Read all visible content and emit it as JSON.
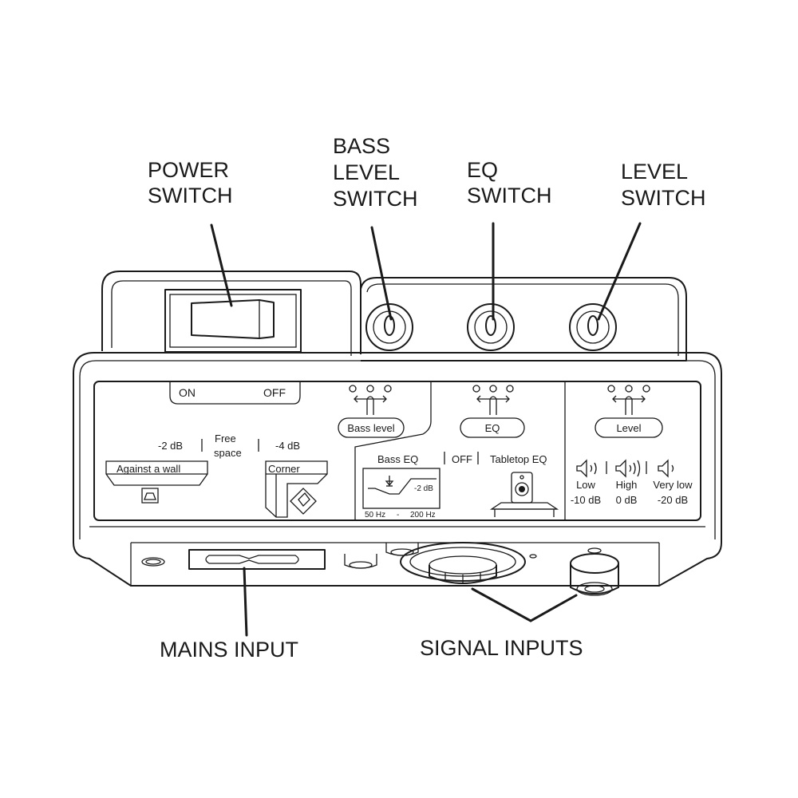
{
  "callouts": {
    "power_switch": [
      "POWER",
      "SWITCH"
    ],
    "bass_level_switch": [
      "BASS",
      "LEVEL",
      "SWITCH"
    ],
    "eq_switch": [
      "EQ",
      "SWITCH"
    ],
    "level_switch": [
      "LEVEL",
      "SWITCH"
    ],
    "mains_input": "MAINS INPUT",
    "signal_inputs": "SIGNAL INPUTS"
  },
  "power": {
    "on": "ON",
    "off": "OFF"
  },
  "bass_level": {
    "label": "Bass level",
    "options": [
      {
        "value": "-2 dB",
        "name": "Against a wall"
      },
      {
        "value": "Free",
        "value2": "space"
      },
      {
        "value": "-4 dB",
        "name": "Corner"
      }
    ]
  },
  "eq": {
    "label": "EQ",
    "bass_eq": "Bass EQ",
    "off": "OFF",
    "tabletop_eq": "Tabletop EQ",
    "graph_value": "-2 dB",
    "freq_low": "50 Hz",
    "freq_sep": "-",
    "freq_high": "200 Hz"
  },
  "level": {
    "label": "Level",
    "options": [
      {
        "name": "Low",
        "value": "-10 dB"
      },
      {
        "name": "High",
        "value": "0 dB"
      },
      {
        "name": "Very low",
        "value": "-20 dB"
      }
    ]
  }
}
